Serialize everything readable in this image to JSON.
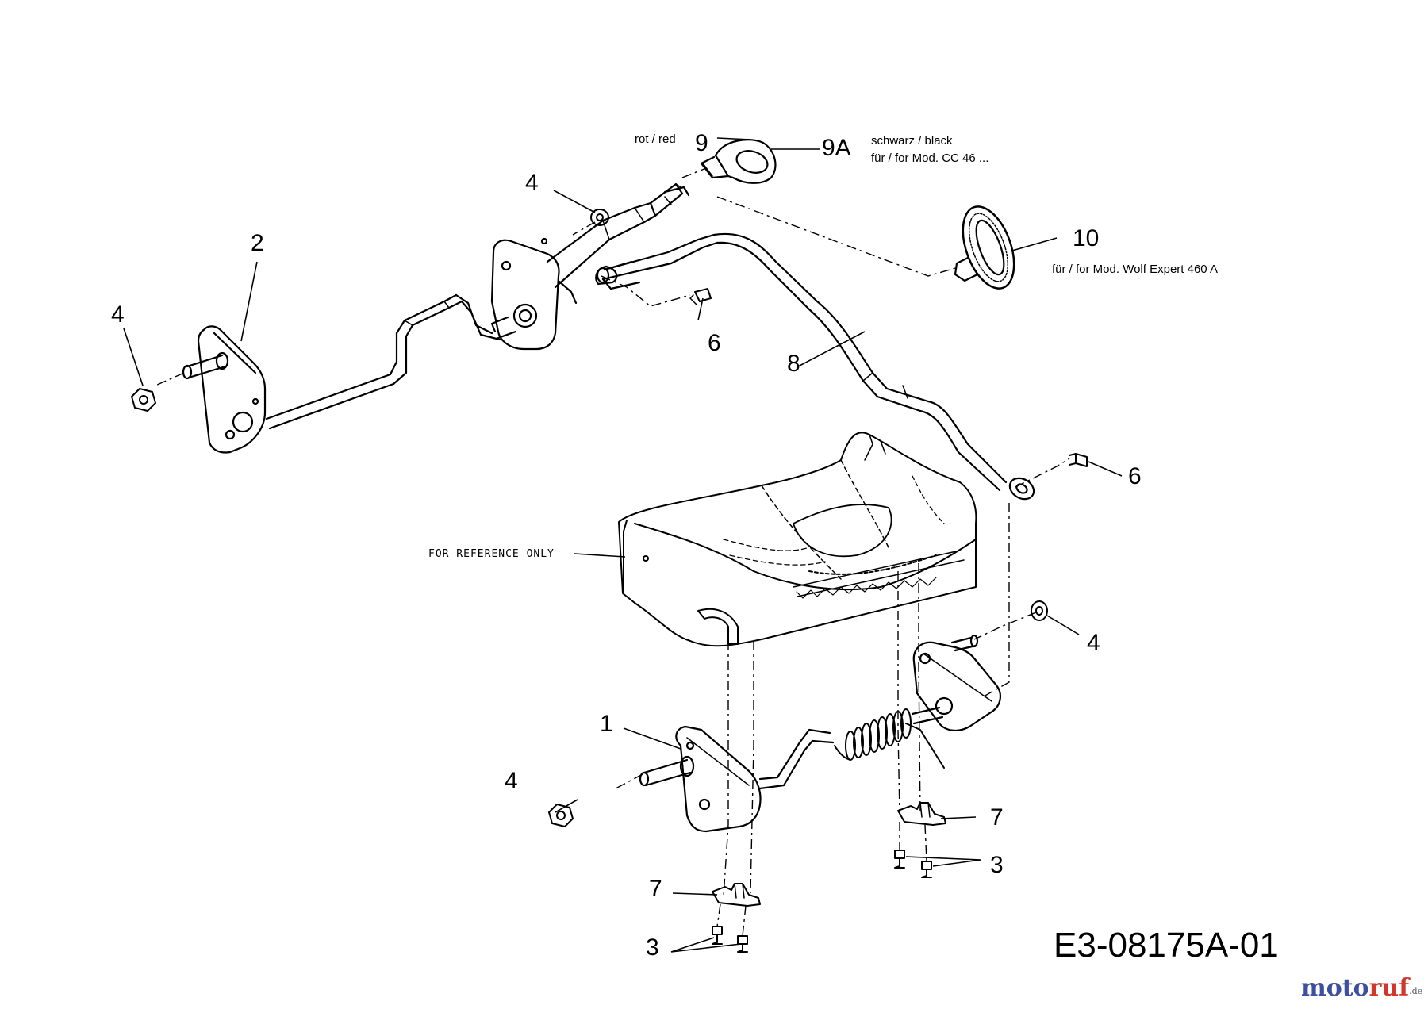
{
  "diagram": {
    "part_labels": [
      {
        "id": "p1",
        "text": "1"
      },
      {
        "id": "p2",
        "text": "2"
      },
      {
        "id": "p3a",
        "text": "3"
      },
      {
        "id": "p3b",
        "text": "3"
      },
      {
        "id": "p4a",
        "text": "4"
      },
      {
        "id": "p4b",
        "text": "4"
      },
      {
        "id": "p4c",
        "text": "4"
      },
      {
        "id": "p4d",
        "text": "4"
      },
      {
        "id": "p6a",
        "text": "6"
      },
      {
        "id": "p6b",
        "text": "6"
      },
      {
        "id": "p7a",
        "text": "7"
      },
      {
        "id": "p7b",
        "text": "7"
      },
      {
        "id": "p8",
        "text": "8"
      },
      {
        "id": "p9",
        "text": "9"
      },
      {
        "id": "p9a",
        "text": "9A"
      },
      {
        "id": "p10",
        "text": "10"
      }
    ],
    "notes": {
      "red": "rot / red",
      "black": "schwarz / black",
      "black_model": "für / for Mod.  CC 46 ...",
      "model_10": "für / for Mod.  Wolf Expert 460 A",
      "reference": "FOR REFERENCE ONLY"
    },
    "drawing_code": "E3-08175A-01",
    "logo": {
      "part1": "moto",
      "part2": "ruf",
      "suffix": ".de",
      "colors": {
        "primary": "#3c4fa0",
        "accent": "#d0362a"
      }
    }
  }
}
